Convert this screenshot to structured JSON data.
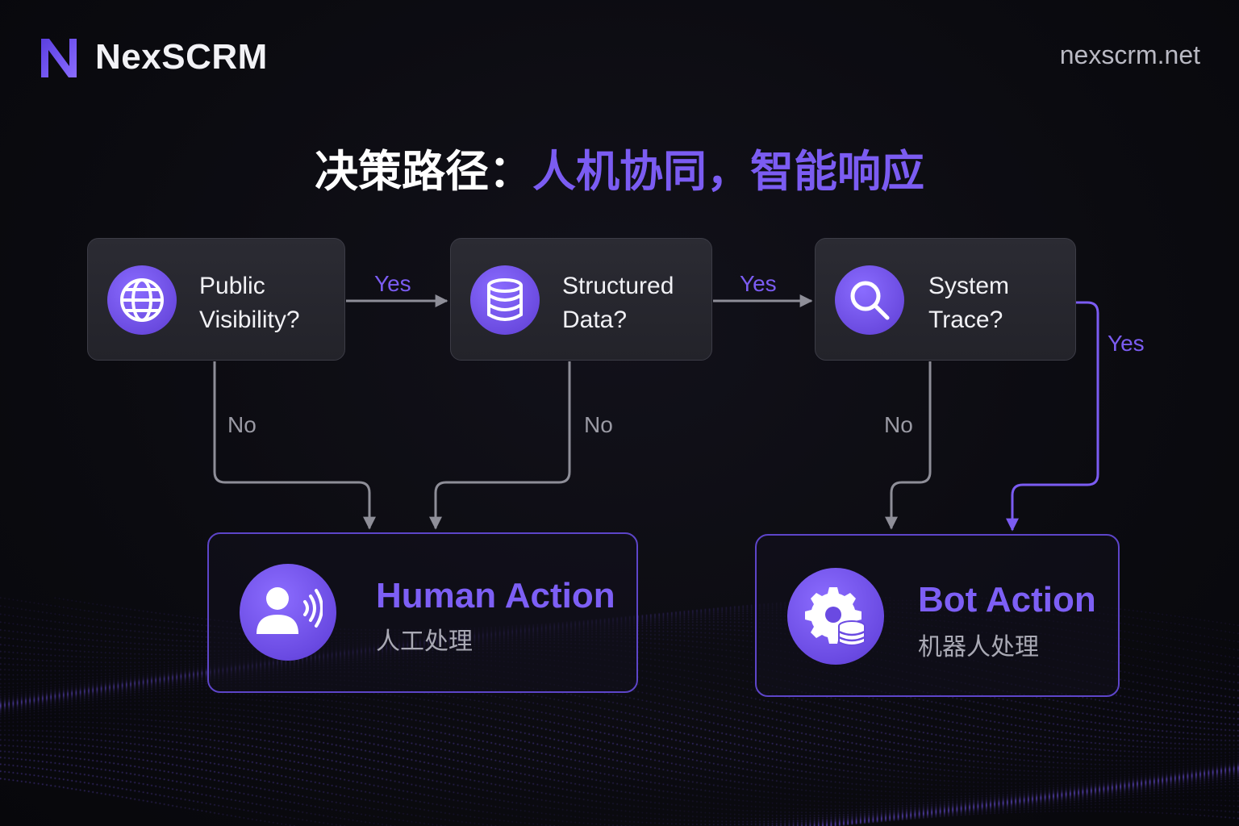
{
  "brand": {
    "name": "NexSCRM",
    "url": "nexscrm.net",
    "logo_icon": "n-logo-icon"
  },
  "headline": {
    "lead": "决策路径：",
    "accent": "人机协同，智能响应"
  },
  "colors": {
    "accent": "#7b5cf2",
    "background": "#0b0b10",
    "box": "#26262d",
    "muted": "#9a9aa4"
  },
  "questions": [
    {
      "icon": "globe-icon",
      "line1": "Public",
      "line2": "Visibility?"
    },
    {
      "icon": "database-icon",
      "line1": "Structured",
      "line2": "Data?"
    },
    {
      "icon": "search-icon",
      "line1": "System",
      "line2": "Trace?"
    }
  ],
  "edges": {
    "yes": "Yes",
    "no": "No"
  },
  "results": {
    "human": {
      "title": "Human Action",
      "subtitle": "人工处理",
      "icon": "person-voice-icon"
    },
    "bot": {
      "title": "Bot Action",
      "subtitle": "机器人处理",
      "icon": "gear-database-icon"
    }
  }
}
